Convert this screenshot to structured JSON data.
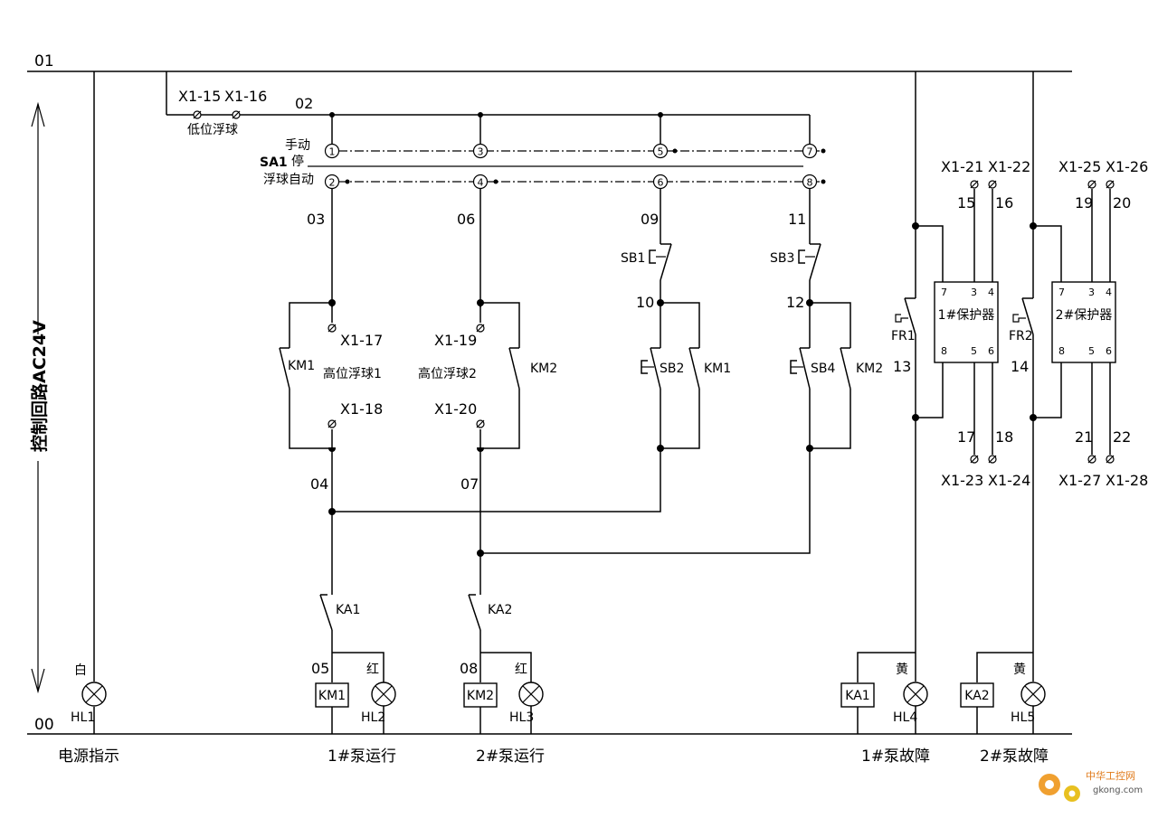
{
  "rails": {
    "top": "01",
    "bottom": "00"
  },
  "side_label": "控制回路AC24V",
  "low_float": {
    "t1": "X1-15",
    "t2": "X1-16",
    "name": "低位浮球"
  },
  "node02": "02",
  "sa1": {
    "name": "SA1",
    "pos_manual": "手动",
    "pos_stop": "停",
    "pos_auto": "浮球自动",
    "contacts": [
      "1",
      "2",
      "3",
      "4",
      "5",
      "6",
      "7",
      "8"
    ]
  },
  "col1": {
    "n_top": "03",
    "t_top": "X1-17",
    "sw": "高位浮球1",
    "t_bot": "X1-18",
    "n_bot": "04",
    "km": "KM1",
    "ka": "KA1",
    "n_coil": "05",
    "coil": "KM1",
    "lamp_color": "红",
    "lamp": "HL2",
    "caption": "1#泵运行"
  },
  "col2": {
    "n_top": "06",
    "t_top": "X1-19",
    "sw": "高位浮球2",
    "t_bot": "X1-20",
    "n_bot": "07",
    "km": "KM2",
    "ka": "KA2",
    "n_coil": "08",
    "coil": "KM2",
    "lamp_color": "红",
    "lamp": "HL3",
    "caption": "2#泵运行"
  },
  "col3": {
    "n_top": "09",
    "stop_btn": "SB1",
    "n_mid": "10",
    "start_btn": "SB2",
    "km": "KM1"
  },
  "col4": {
    "n_top": "11",
    "stop_btn": "SB3",
    "n_mid": "12",
    "start_btn": "SB4",
    "km": "KM2"
  },
  "power": {
    "lamp_color": "白",
    "lamp": "HL1",
    "caption": "电源指示"
  },
  "prot1": {
    "fr": "FR1",
    "node": "13",
    "box": "1#保护器",
    "pins_top": [
      "7",
      "3",
      "4"
    ],
    "pins_bot": [
      "8",
      "5",
      "6"
    ],
    "t1": "X1-21",
    "t2": "X1-22",
    "n1": "15",
    "n2": "16",
    "n3": "17",
    "n4": "18",
    "t3": "X1-23",
    "t4": "X1-24",
    "coil": "KA1",
    "lamp_color": "黄",
    "lamp": "HL4",
    "caption": "1#泵故障"
  },
  "prot2": {
    "fr": "FR2",
    "node": "14",
    "box": "2#保护器",
    "pins_top": [
      "7",
      "3",
      "4"
    ],
    "pins_bot": [
      "8",
      "5",
      "6"
    ],
    "t1": "X1-25",
    "t2": "X1-26",
    "n1": "19",
    "n2": "20",
    "n3": "21",
    "n4": "22",
    "t3": "X1-27",
    "t4": "X1-28",
    "coil": "KA2",
    "lamp_color": "黄",
    "lamp": "HL5",
    "caption": "2#泵故障"
  },
  "watermark": {
    "line1": "中华工控网",
    "line2": "gkong.com"
  }
}
